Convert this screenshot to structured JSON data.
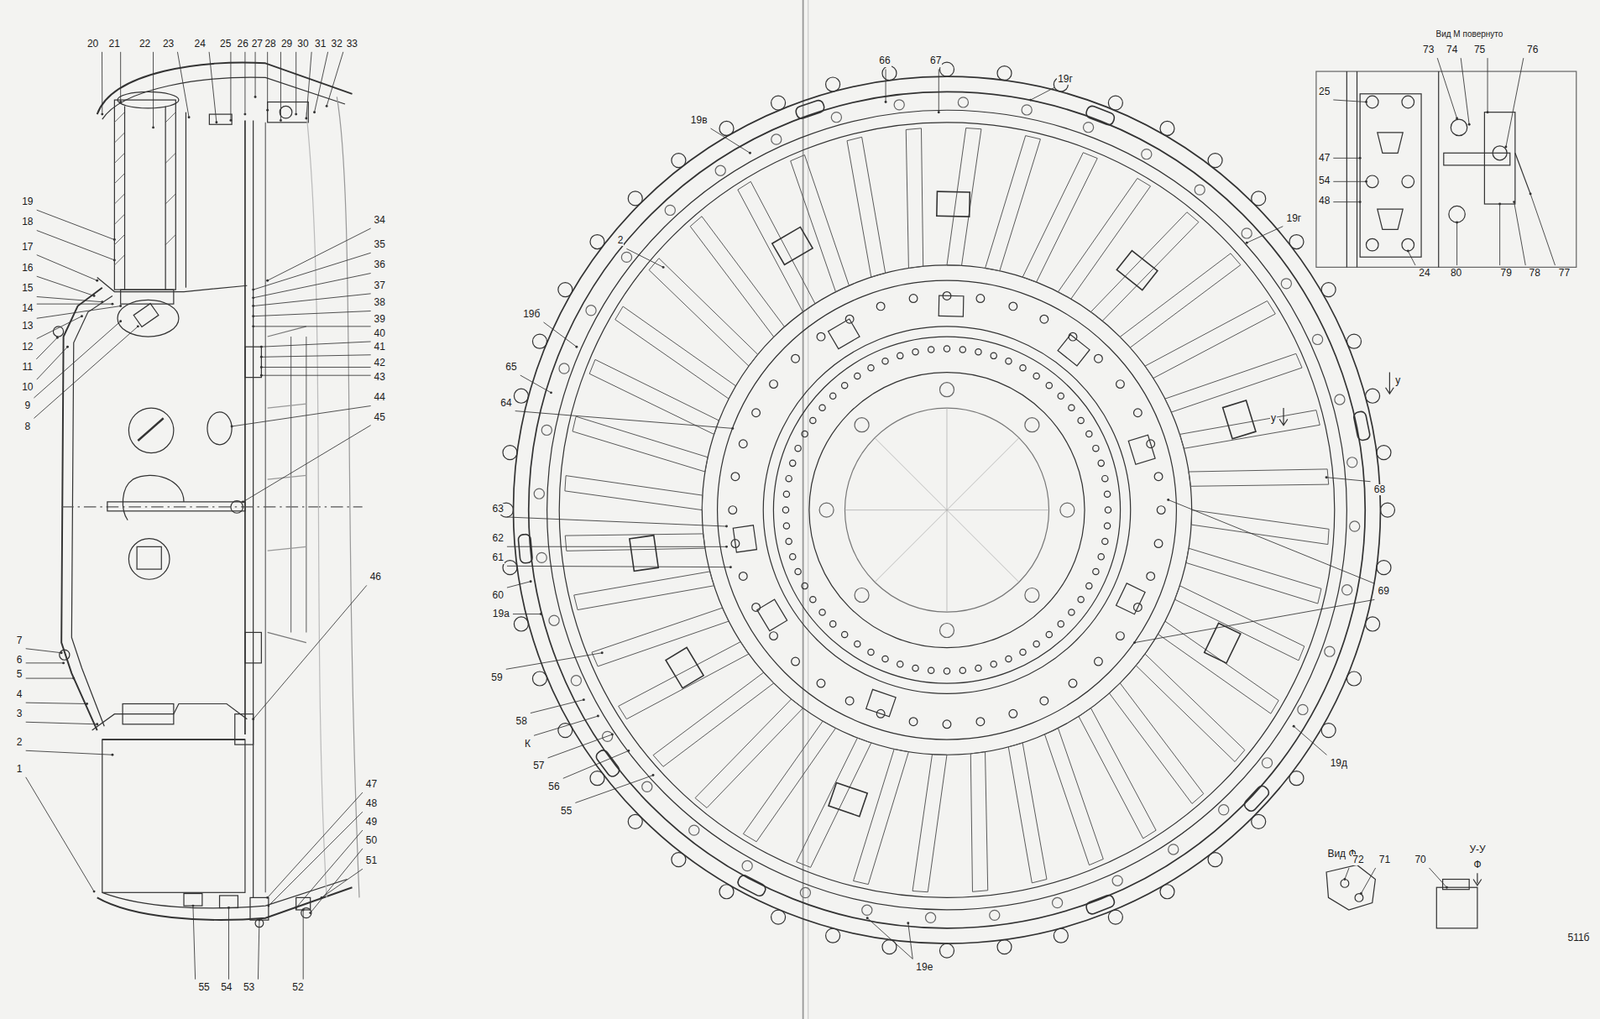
{
  "diagram": {
    "labels": [
      "20",
      "21",
      "22",
      "23",
      "24",
      "25",
      "26",
      "27",
      "28",
      "29",
      "30",
      "31",
      "32",
      "33",
      "19",
      "18",
      "17",
      "16",
      "15",
      "14",
      "13",
      "12",
      "11",
      "10",
      "9",
      "8",
      "34",
      "35",
      "36",
      "37",
      "38",
      "39",
      "40",
      "41",
      "42",
      "43",
      "44",
      "45",
      "46",
      "7",
      "6",
      "5",
      "4",
      "3",
      "2",
      "1",
      "47",
      "48",
      "49",
      "50",
      "51",
      "55",
      "54",
      "53",
      "52",
      "66",
      "67",
      "19г",
      "19в",
      "19г",
      "2",
      "19б",
      "65",
      "64",
      "63",
      "62",
      "61",
      "60",
      "19а",
      "59",
      "58",
      "К",
      "57",
      "56",
      "55",
      "68",
      "69",
      "19д",
      "19е",
      "у",
      "у",
      "Вид М повернуто",
      "73",
      "74",
      "75",
      "76",
      "25",
      "47",
      "54",
      "48",
      "24",
      "80",
      "79",
      "78",
      "77",
      "Вид Ф",
      "72",
      "71",
      "70",
      "У-У",
      "Ф",
      "511б"
    ]
  }
}
